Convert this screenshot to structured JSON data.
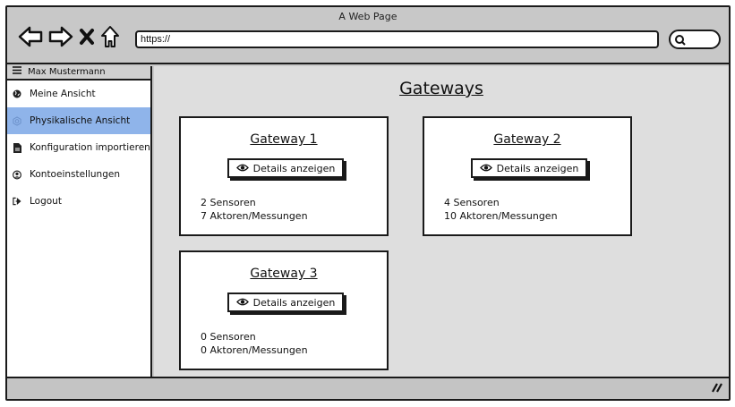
{
  "window": {
    "title": "A Web Page",
    "url": "https://",
    "nav": [
      "back-icon",
      "forward-icon",
      "stop-icon",
      "home-icon"
    ]
  },
  "sidebar": {
    "user": "Max Mustermann",
    "items": [
      {
        "label": "Meine Ansicht",
        "icon": "globe-icon",
        "active": false
      },
      {
        "label": "Physikalische Ansicht",
        "icon": "hexagon-icon",
        "active": true
      },
      {
        "label": "Konfiguration importieren",
        "icon": "file-icon",
        "active": false
      },
      {
        "label": "Kontoeinstellungen",
        "icon": "user-circle-icon",
        "active": false
      },
      {
        "label": "Logout",
        "icon": "sign-out-icon",
        "active": false
      }
    ]
  },
  "main": {
    "title": "Gateways",
    "cards": [
      {
        "title": "Gateway 1",
        "button": "Details anzeigen",
        "sensors": "2 Sensoren",
        "actors": "7 Aktoren/Messungen"
      },
      {
        "title": "Gateway 2",
        "button": "Details anzeigen",
        "sensors": "4 Sensoren",
        "actors": "10 Aktoren/Messungen"
      },
      {
        "title": "Gateway 3",
        "button": "Details anzeigen",
        "sensors": "0 Sensoren",
        "actors": "0 Aktoren/Messungen"
      }
    ]
  },
  "colors": {
    "active_item": "#8fb4ea",
    "chrome": "#c8c8c8",
    "content_bg": "#dedede"
  }
}
